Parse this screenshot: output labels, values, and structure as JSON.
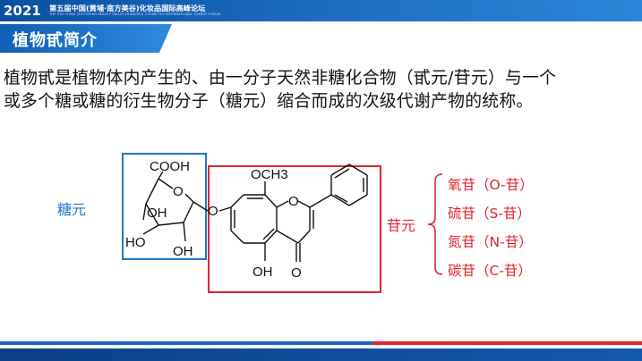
{
  "header": {
    "logo_year_a": "20",
    "logo_year_b": "21",
    "conference_title": "第五届中国(黄埔·南方美谷)化妆品国际高峰论坛",
    "conference_subtitle": "THE 5TH CHINA (SOUTHERN BEAUTY VALLEY,HUANGPU) COSMETICS INTERNATIONAL SUMMIT FORUM"
  },
  "slide": {
    "title": "植物甙简介",
    "paragraph_lines": [
      "植物甙是植物体内产生的、由一分子天然非糖化合物（甙元/苷元）与一个",
      "或多个糖或糖的衍生物分子（糖元）缩合而成的次级代谢产物的统称。"
    ]
  },
  "diagram": {
    "glycone_label": "糖元",
    "aglycone_label": "苷元",
    "atoms": {
      "cooh": "COOH",
      "ring_o": "O",
      "oh_inner": "OH",
      "ho_left": "HO",
      "oh_bottom": "OH",
      "linker_o": "O",
      "methoxy": "OCH3",
      "pyran_o": "O",
      "oh_a": "OH",
      "carbonyl_o": "O"
    },
    "types": [
      "氧苷（O-苷）",
      "硫苷（S-苷）",
      "氮苷（N-苷）",
      "碳苷（C-苷）"
    ],
    "colors": {
      "glycone_box": "#1f78c8",
      "aglycone_box": "#e0262e",
      "label_blue": "#1f78c8",
      "label_red": "#e0262e"
    }
  }
}
